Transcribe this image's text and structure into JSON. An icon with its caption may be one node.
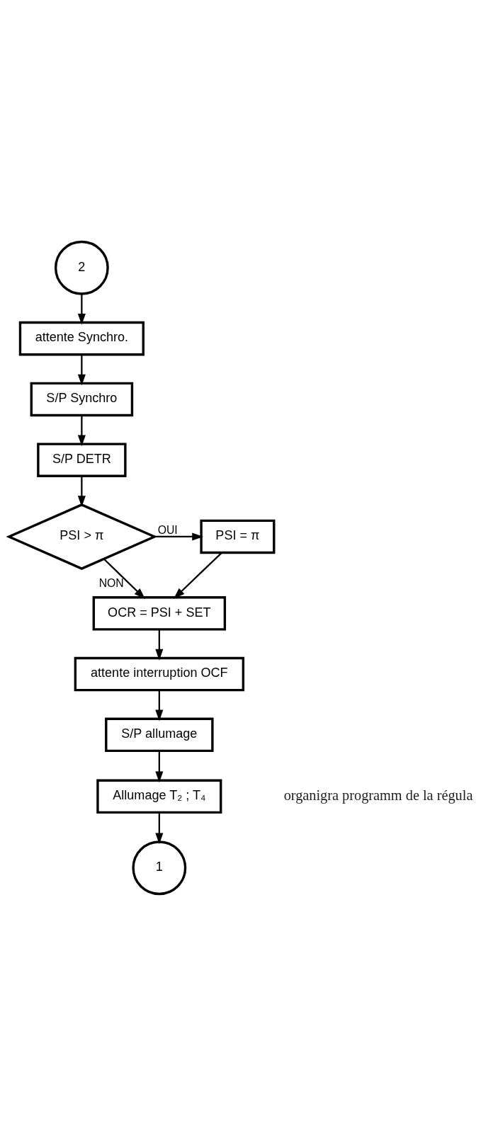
{
  "diagram": {
    "nodes": [
      {
        "text": [
          "2"
        ]
      },
      {
        "text": [
          "attente Synchro."
        ]
      },
      {
        "text": [
          "S/P Synchro"
        ]
      },
      {
        "text": [
          "S/P DETR"
        ]
      },
      {
        "text": [
          "PSI > π"
        ]
      },
      {
        "text": [
          "PSI = π"
        ]
      },
      {
        "text": [
          "OCR = PSI + SET"
        ]
      },
      {
        "text": [
          "attente interruption OCF"
        ]
      },
      {
        "text": [
          "S/P allumage"
        ]
      },
      {
        "text": [
          "Allumage T₂ ; T₄"
        ]
      },
      {
        "text": [
          "1"
        ]
      }
    ],
    "edges": [
      {
        "from": 0,
        "to": 1,
        "arrow": "to"
      },
      {
        "from": 1,
        "to": 2,
        "arrow": "to"
      },
      {
        "from": 2,
        "to": 3,
        "arrow": "to"
      },
      {
        "from": 3,
        "to": 4,
        "arrow": "to"
      },
      {
        "from": 4,
        "to": 5,
        "arrow": "to",
        "label": "OUI"
      },
      {
        "from": 4,
        "to": 6,
        "arrow": "to",
        "label": "NON"
      },
      {
        "from": 5,
        "to": 6,
        "arrow": "to"
      },
      {
        "from": 6,
        "to": 7,
        "arrow": "to"
      },
      {
        "from": 7,
        "to": 8,
        "arrow": "to"
      },
      {
        "from": 8,
        "to": 9,
        "arrow": "to"
      },
      {
        "from": 9,
        "to": 10,
        "arrow": "to"
      }
    ],
    "labels": [
      "organigra programm de la régula"
    ]
  }
}
